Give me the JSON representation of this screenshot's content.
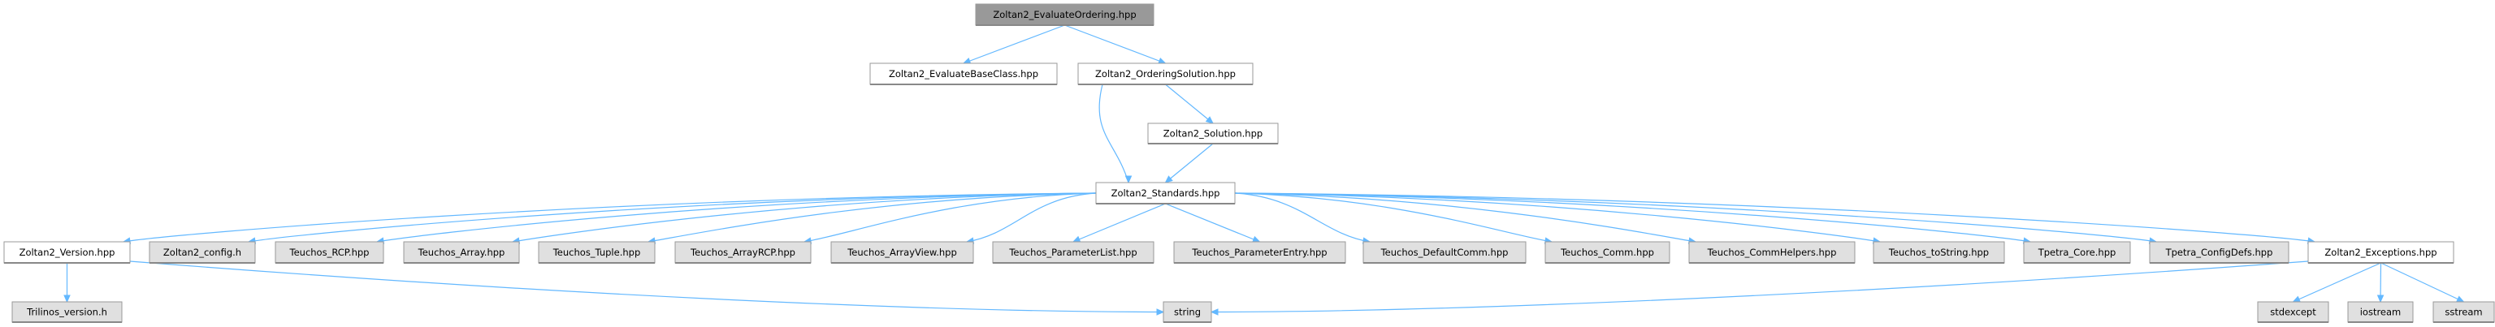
{
  "colors": {
    "edge": "#63b8ff",
    "root_fill": "#999999",
    "local_fill": "#ffffff",
    "external_fill": "#e0e0e0",
    "border": "#999999"
  },
  "nodes": [
    {
      "id": "root",
      "label": "Zoltan2_EvaluateOrdering.hpp",
      "kind": "root"
    },
    {
      "id": "evalbase",
      "label": "Zoltan2_EvaluateBaseClass.hpp",
      "kind": "local"
    },
    {
      "id": "ordsol",
      "label": "Zoltan2_OrderingSolution.hpp",
      "kind": "local"
    },
    {
      "id": "sol",
      "label": "Zoltan2_Solution.hpp",
      "kind": "local"
    },
    {
      "id": "std",
      "label": "Zoltan2_Standards.hpp",
      "kind": "local"
    },
    {
      "id": "ver",
      "label": "Zoltan2_Version.hpp",
      "kind": "local"
    },
    {
      "id": "cfg",
      "label": "Zoltan2_config.h",
      "kind": "external"
    },
    {
      "id": "rcp",
      "label": "Teuchos_RCP.hpp",
      "kind": "external"
    },
    {
      "id": "arr",
      "label": "Teuchos_Array.hpp",
      "kind": "external"
    },
    {
      "id": "tup",
      "label": "Teuchos_Tuple.hpp",
      "kind": "external"
    },
    {
      "id": "arcp",
      "label": "Teuchos_ArrayRCP.hpp",
      "kind": "external"
    },
    {
      "id": "aview",
      "label": "Teuchos_ArrayView.hpp",
      "kind": "external"
    },
    {
      "id": "plist",
      "label": "Teuchos_ParameterList.hpp",
      "kind": "external"
    },
    {
      "id": "pentry",
      "label": "Teuchos_ParameterEntry.hpp",
      "kind": "external"
    },
    {
      "id": "dcomm",
      "label": "Teuchos_DefaultComm.hpp",
      "kind": "external"
    },
    {
      "id": "comm",
      "label": "Teuchos_Comm.hpp",
      "kind": "external"
    },
    {
      "id": "chelp",
      "label": "Teuchos_CommHelpers.hpp",
      "kind": "external"
    },
    {
      "id": "tostr",
      "label": "Teuchos_toString.hpp",
      "kind": "external"
    },
    {
      "id": "tcore",
      "label": "Tpetra_Core.hpp",
      "kind": "external"
    },
    {
      "id": "tcfg",
      "label": "Tpetra_ConfigDefs.hpp",
      "kind": "external"
    },
    {
      "id": "exc",
      "label": "Zoltan2_Exceptions.hpp",
      "kind": "local"
    },
    {
      "id": "tver",
      "label": "Trilinos_version.h",
      "kind": "external"
    },
    {
      "id": "string",
      "label": "string",
      "kind": "external"
    },
    {
      "id": "stdexc",
      "label": "stdexcept",
      "kind": "external"
    },
    {
      "id": "iostr",
      "label": "iostream",
      "kind": "external"
    },
    {
      "id": "sstr",
      "label": "sstream",
      "kind": "external"
    }
  ],
  "edges": [
    [
      "root",
      "evalbase"
    ],
    [
      "root",
      "ordsol"
    ],
    [
      "ordsol",
      "std"
    ],
    [
      "ordsol",
      "sol"
    ],
    [
      "sol",
      "std"
    ],
    [
      "std",
      "ver"
    ],
    [
      "std",
      "cfg"
    ],
    [
      "std",
      "rcp"
    ],
    [
      "std",
      "arr"
    ],
    [
      "std",
      "tup"
    ],
    [
      "std",
      "arcp"
    ],
    [
      "std",
      "aview"
    ],
    [
      "std",
      "plist"
    ],
    [
      "std",
      "pentry"
    ],
    [
      "std",
      "dcomm"
    ],
    [
      "std",
      "comm"
    ],
    [
      "std",
      "chelp"
    ],
    [
      "std",
      "tostr"
    ],
    [
      "std",
      "tcore"
    ],
    [
      "std",
      "tcfg"
    ],
    [
      "std",
      "exc"
    ],
    [
      "ver",
      "tver"
    ],
    [
      "ver",
      "string"
    ],
    [
      "exc",
      "string"
    ],
    [
      "exc",
      "stdexc"
    ],
    [
      "exc",
      "iostr"
    ],
    [
      "exc",
      "sstr"
    ]
  ]
}
